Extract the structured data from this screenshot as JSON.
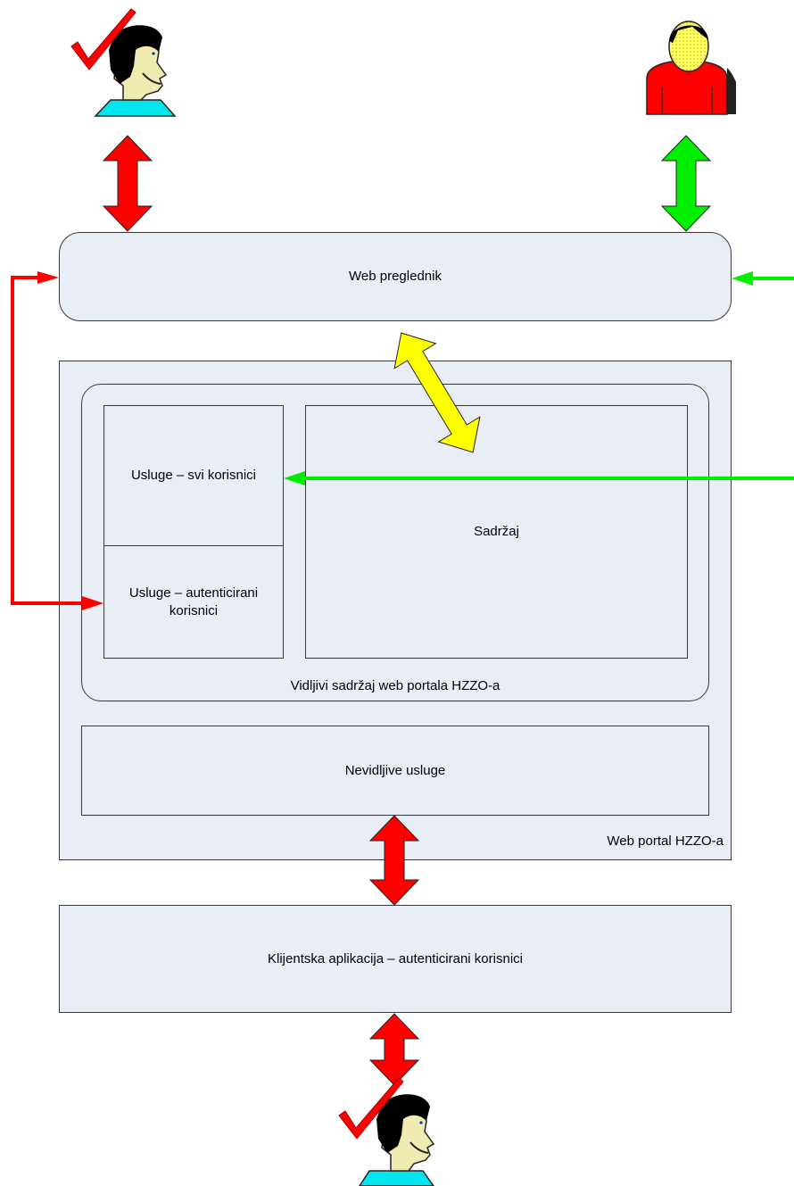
{
  "web_browser": {
    "label": "Web preglednik"
  },
  "portal": {
    "label": "Web portal HZZO-a"
  },
  "visible_area": {
    "label": "Vidljivi sadržaj web portala HZZO-a"
  },
  "services_all": {
    "label": "Usluge – svi korisnici"
  },
  "services_auth": {
    "label": "Usluge – autenticirani korisnici"
  },
  "content": {
    "label": "Sadržaj"
  },
  "invisible": {
    "label": "Nevidljive usluge"
  },
  "client_app": {
    "label": "Klijentska aplikacija – autenticirani korisnici"
  },
  "colors": {
    "box_fill": "#e8edf6",
    "red": "#ff0000",
    "green": "#00ee00",
    "yellow": "#ffff00",
    "cyan": "#00e5ee",
    "skin": "#f0ebb0"
  }
}
